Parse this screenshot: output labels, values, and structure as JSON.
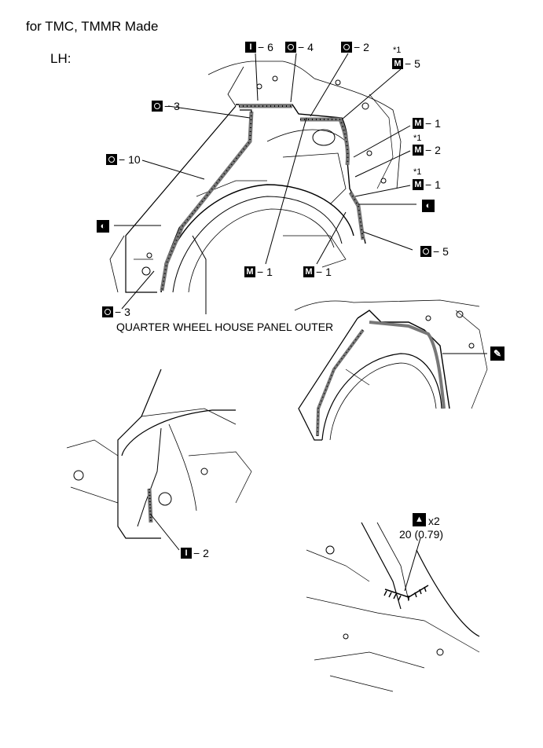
{
  "header": {
    "title": "for TMC, TMMR Made",
    "side": "LH:"
  },
  "caption": "QUARTER WHEEL HOUSE PANEL OUTER",
  "callouts": {
    "i6": "− 6",
    "o4": "− 4",
    "o2": "− 2",
    "star1_m5": "*1",
    "m5": "− 5",
    "o3_top": "− 3",
    "m1_a": "− 1",
    "star1_m2": "*1",
    "m2": "− 2",
    "o10": "− 10",
    "star1_m1": "*1",
    "m1_b": "− 1",
    "o5": "− 5",
    "m1_c": "− 1",
    "m1_d": "− 1",
    "o3_bot": "− 3",
    "i2": "− 2",
    "x2": "x2",
    "torque": "20 (0.79)"
  },
  "icons": {
    "i": "I",
    "m": "M",
    "o": "",
    "spot_weld": "spot-weld-symbol",
    "sealer": "sealer-icon",
    "torque": "torque-icon"
  }
}
